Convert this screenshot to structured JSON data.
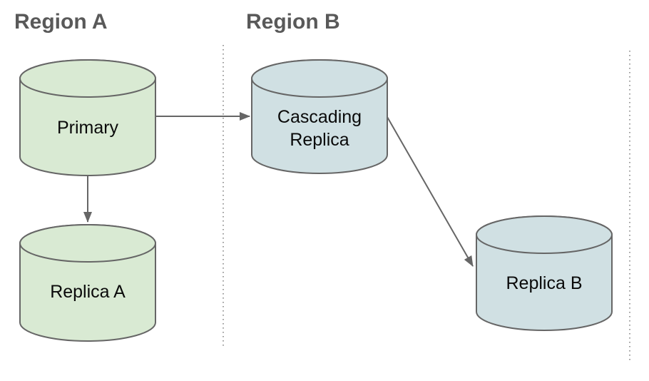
{
  "regions": [
    {
      "label": "Region A"
    },
    {
      "label": "Region B"
    }
  ],
  "nodes": [
    {
      "id": "primary",
      "label": "Primary",
      "region": "Region A",
      "shape": "database-cylinder"
    },
    {
      "id": "cascading-replica",
      "lines": [
        "Cascading",
        "Replica"
      ],
      "region": "Region B",
      "shape": "database-cylinder"
    },
    {
      "id": "replica-a",
      "label": "Replica A",
      "region": "Region A",
      "shape": "database-cylinder"
    },
    {
      "id": "replica-b",
      "label": "Replica B",
      "region": "Region B",
      "shape": "database-cylinder"
    }
  ],
  "edges": [
    {
      "from": "primary",
      "to": "cascading-replica",
      "direction": "right"
    },
    {
      "from": "primary",
      "to": "replica-a",
      "direction": "down"
    },
    {
      "from": "cascading-replica",
      "to": "replica-b",
      "direction": "down-right"
    }
  ],
  "colors": {
    "region_a_node_fill": "#d9ead3",
    "region_b_node_fill": "#d0e0e3",
    "node_stroke": "#666666",
    "arrow": "#666666",
    "heading_text": "#595959",
    "divider": "#7a7a7a",
    "label_text": "#0a0a0a",
    "background": "#ffffff"
  }
}
